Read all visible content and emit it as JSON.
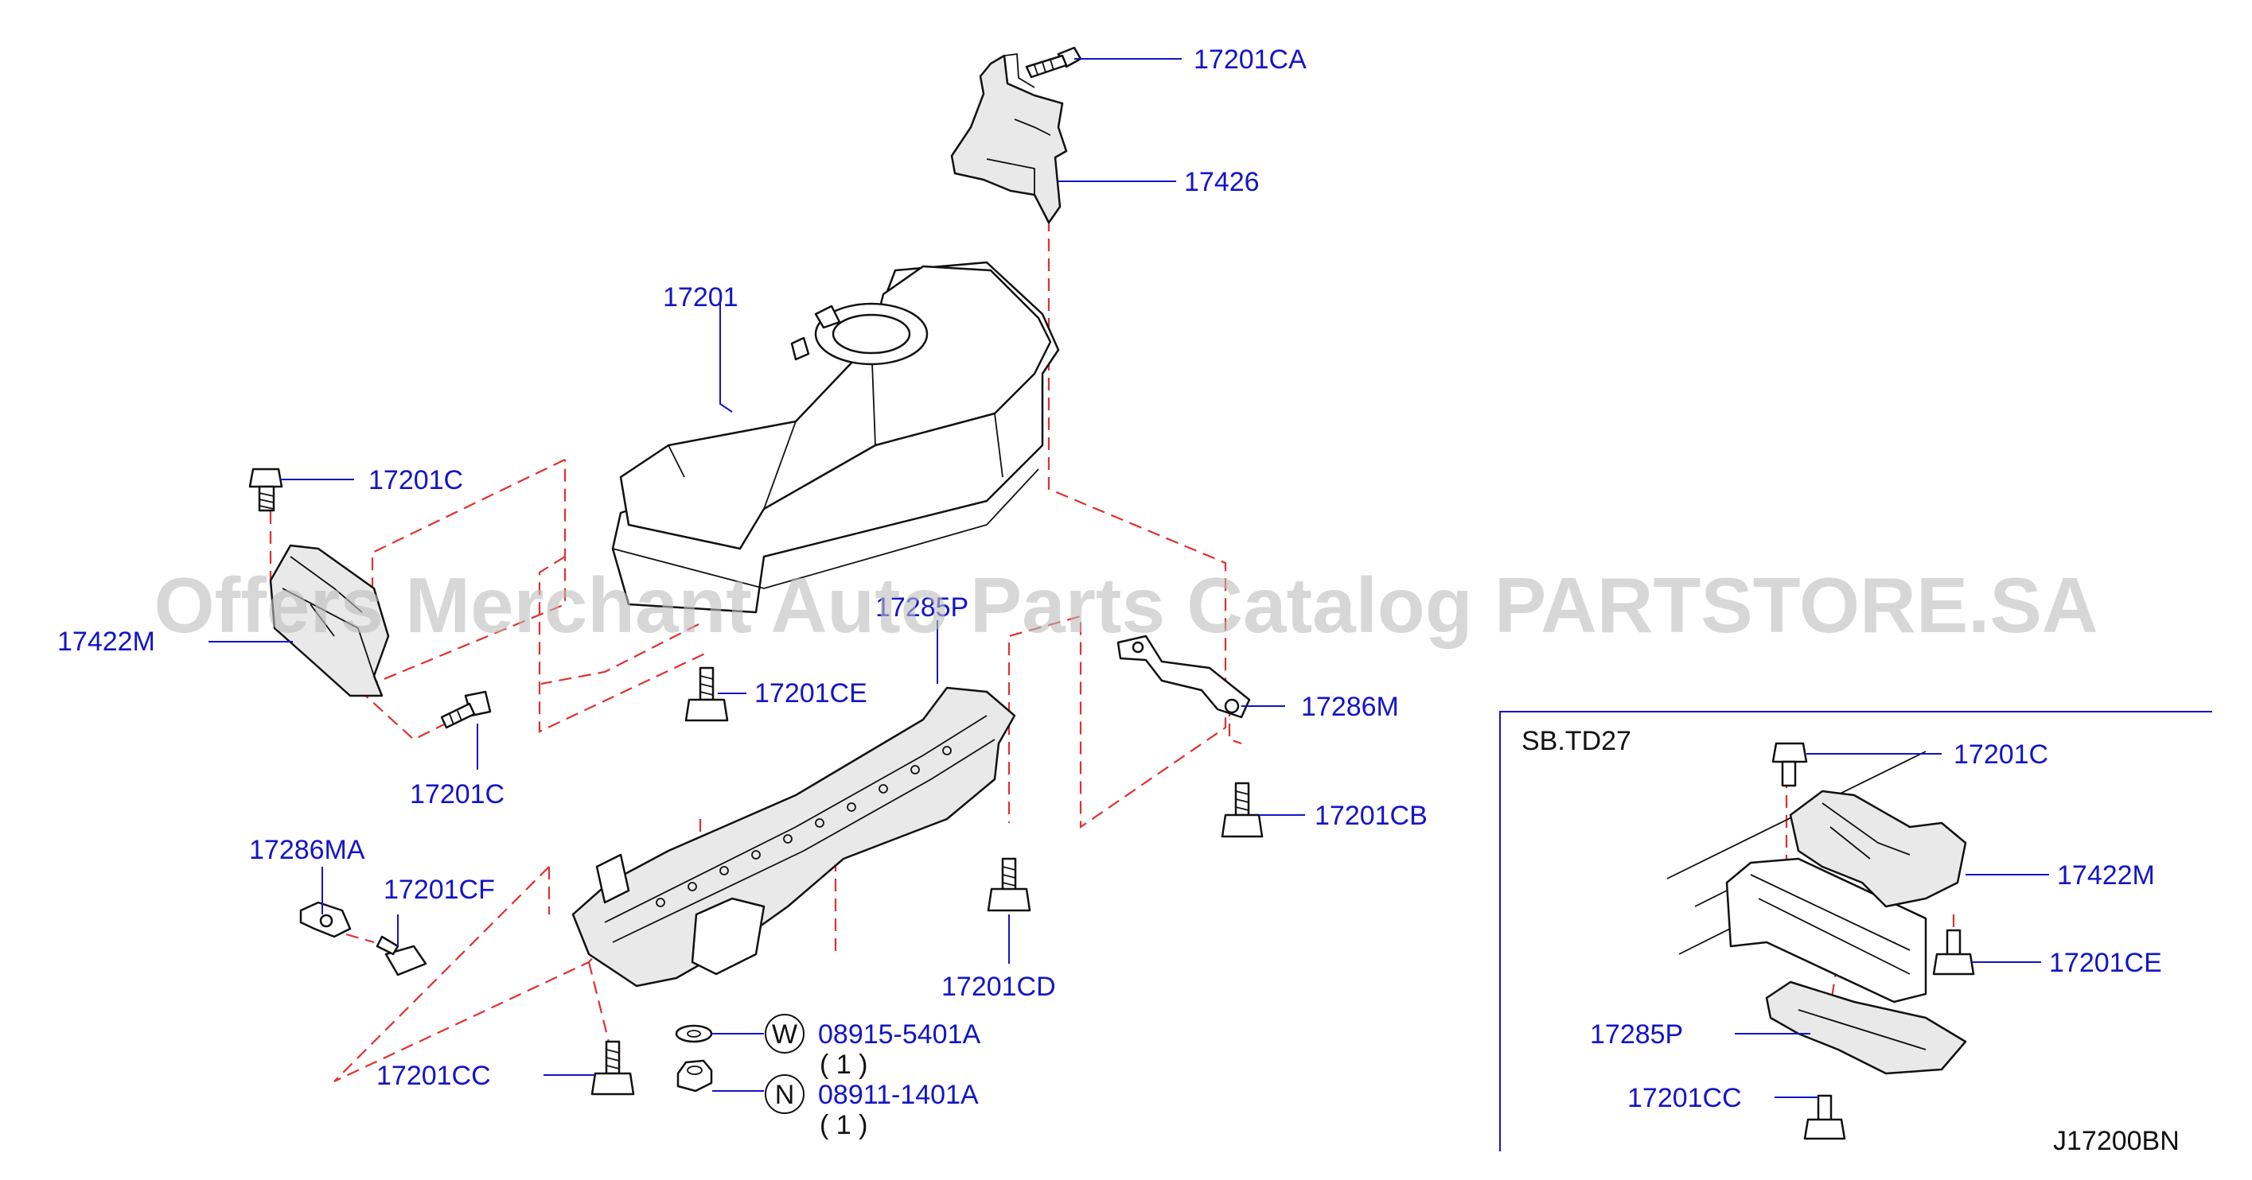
{
  "watermark": "Offers Merchant Auto Parts Catalog PARTSTORE.SA",
  "diagram_code": "J17200BN",
  "inset_title": "SB.TD27",
  "colors": {
    "label": "#1414c8",
    "leader": "#1414c8",
    "dashed": "#e03030",
    "part_outline": "#111111"
  },
  "labels": {
    "p17201ca": "17201CA",
    "p17426": "17426",
    "p17201": "17201",
    "p17201c_top": "17201C",
    "p17422m": "17422M",
    "p17201c_mid": "17201C",
    "p17285p": "17285P",
    "p17201ce": "17201CE",
    "p17286m": "17286M",
    "p17201cb": "17201CB",
    "p17286ma": "17286MA",
    "p17201cf": "17201CF",
    "p17201cd": "17201CD",
    "p17201cc": "17201CC",
    "inset_17201c": "17201C",
    "inset_17422m": "17422M",
    "inset_17201ce": "17201CE",
    "inset_17285p": "17285P",
    "inset_17201cc": "17201CC"
  },
  "hardware": [
    {
      "symbol": "W",
      "part": "08915-5401A",
      "qty": "( 1 )"
    },
    {
      "symbol": "N",
      "part": "08911-1401A",
      "qty": "( 1 )"
    }
  ]
}
